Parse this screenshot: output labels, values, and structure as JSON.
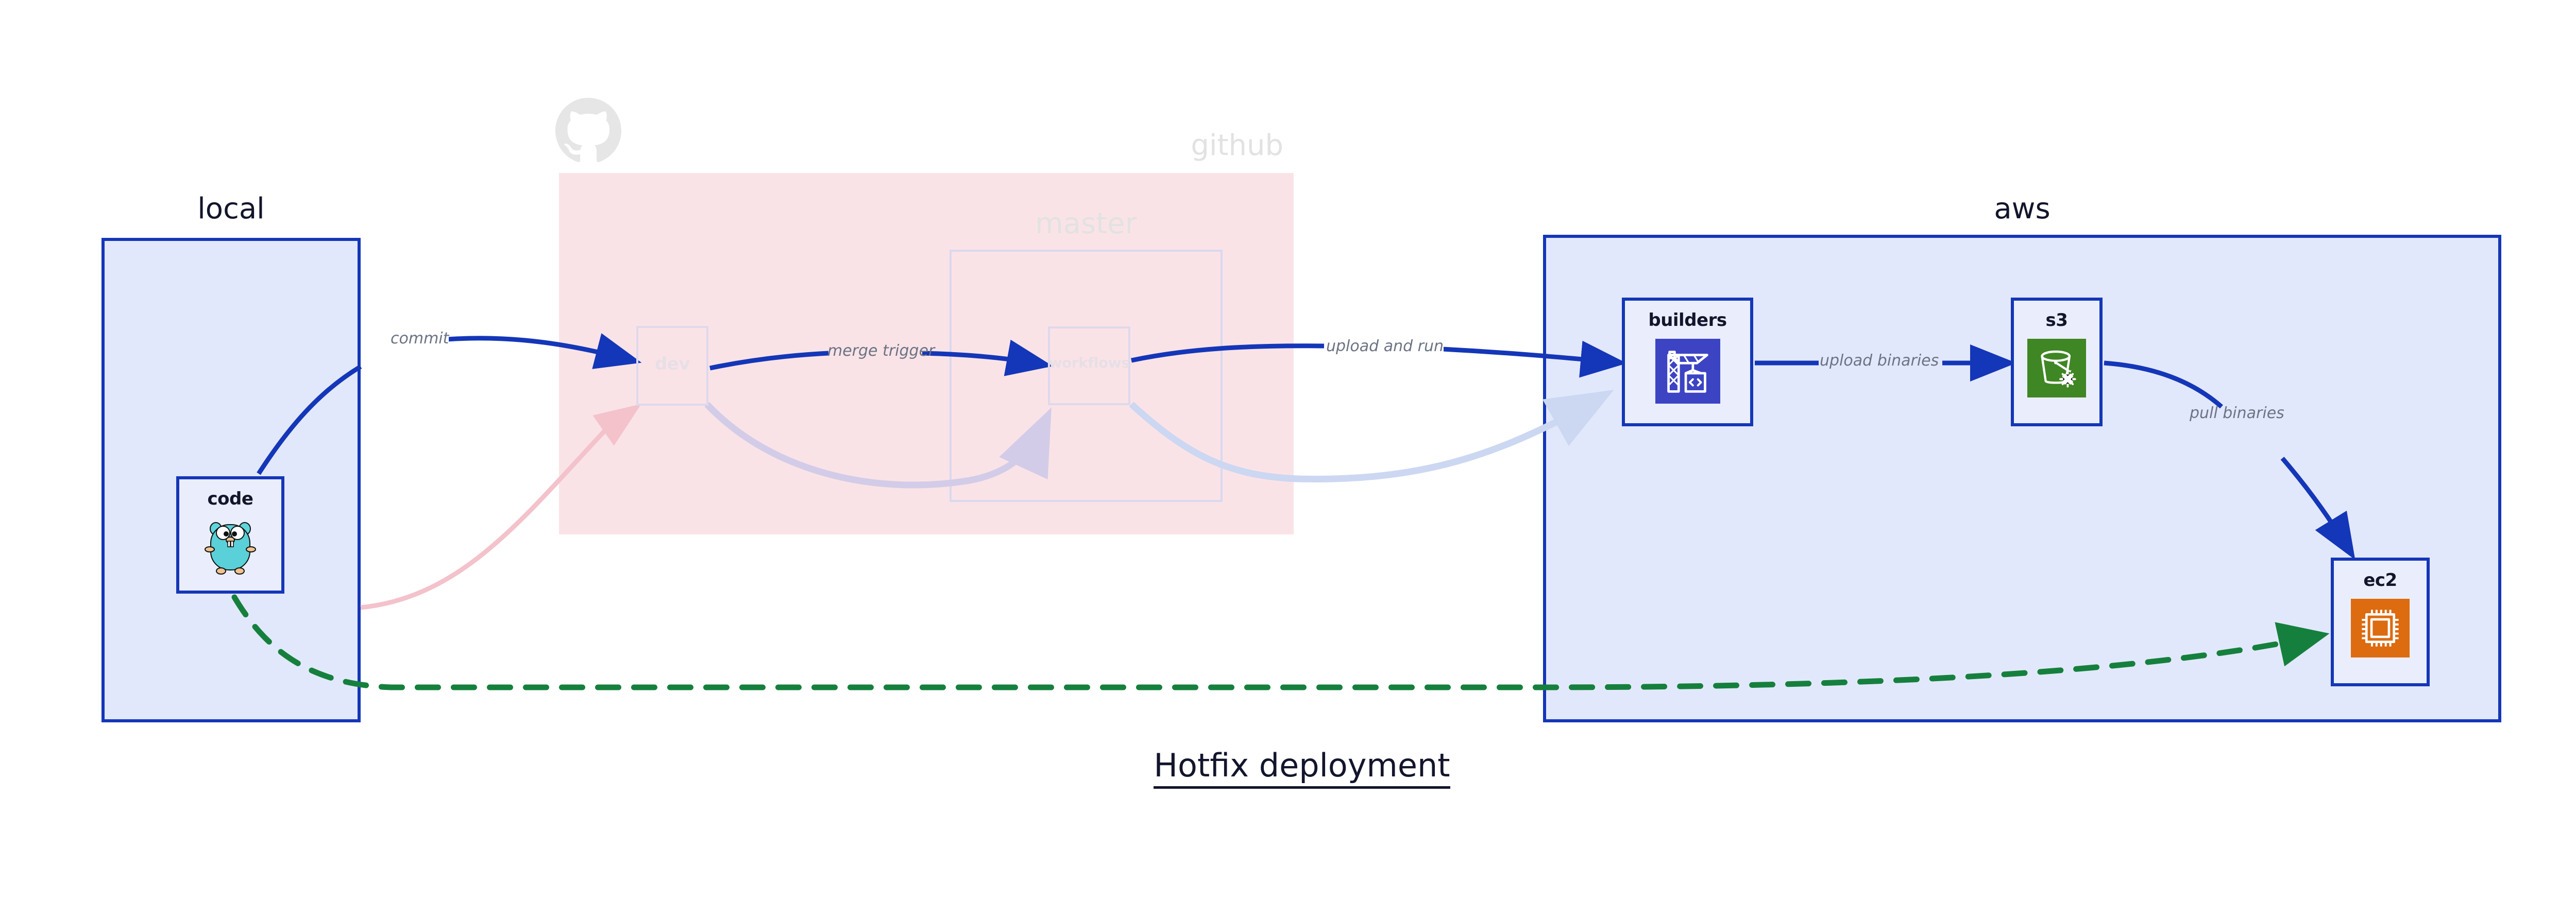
{
  "diagram": {
    "title": "Hotfix deployment"
  },
  "zones": [
    {
      "id": "local",
      "label": "local",
      "state": "active"
    },
    {
      "id": "github",
      "label": "github",
      "state": "ghost"
    },
    {
      "id": "master",
      "label": "master",
      "state": "ghost"
    },
    {
      "id": "aws",
      "label": "aws",
      "state": "active"
    }
  ],
  "nodes": [
    {
      "id": "code",
      "label": "code",
      "icon": "go-gopher-icon",
      "state": "active"
    },
    {
      "id": "dev",
      "label": "dev",
      "icon": "branch-icon",
      "state": "ghost"
    },
    {
      "id": "workflows",
      "label": "workflows",
      "icon": "workflows-icon",
      "state": "ghost"
    },
    {
      "id": "builders",
      "label": "builders",
      "icon": "aws-codebuild-icon",
      "state": "active"
    },
    {
      "id": "s3",
      "label": "s3",
      "icon": "aws-s3-glacier-icon",
      "state": "active"
    },
    {
      "id": "ec2",
      "label": "ec2",
      "icon": "aws-ec2-icon",
      "state": "active"
    }
  ],
  "edges": [
    {
      "id": "commit",
      "label": "commit",
      "from": "code",
      "to": "dev",
      "style": "solid",
      "color": "#1436b8",
      "state": "active"
    },
    {
      "id": "merge-trigger",
      "label": "merge trigger",
      "from": "dev",
      "to": "workflows",
      "style": "solid",
      "color": "#1436b8",
      "state": "active"
    },
    {
      "id": "upload-and-run",
      "label": "upload and run",
      "from": "workflows",
      "to": "builders",
      "style": "solid",
      "color": "#1436b8",
      "state": "active"
    },
    {
      "id": "upload-binaries",
      "label": "upload binaries",
      "from": "builders",
      "to": "s3",
      "style": "solid",
      "color": "#1436b8",
      "state": "active"
    },
    {
      "id": "pull-binaries",
      "label": "pull binaries",
      "from": "s3",
      "to": "ec2",
      "style": "solid",
      "color": "#1436b8",
      "state": "active"
    },
    {
      "id": "hotfix-direct",
      "label": "",
      "from": "code",
      "to": "ec2",
      "style": "dashed",
      "color": "#15803d",
      "state": "active"
    },
    {
      "id": "ghost-return-1",
      "label": "",
      "from": "code",
      "to": "dev",
      "style": "solid",
      "color": "#f7cfd6",
      "state": "ghost"
    },
    {
      "id": "ghost-return-2",
      "label": "",
      "from": "dev",
      "to": "workflows",
      "style": "solid",
      "color": "#d9d4ec",
      "state": "ghost"
    },
    {
      "id": "ghost-return-3",
      "label": "",
      "from": "workflows",
      "to": "builders",
      "style": "solid",
      "color": "#ccd7f2",
      "state": "ghost"
    }
  ],
  "colors": {
    "accent_blue": "#1436b8",
    "zone_blue_fill": "#e2e8fb",
    "node_fill": "#eaeefc",
    "github_pink": "#fae3e7",
    "hotfix_green": "#15803d",
    "label_gray": "#6b7384",
    "ghost_gray": "#e2e2e2",
    "codebuild_indigo": "#3c44c4",
    "s3_green": "#3f8624",
    "ec2_orange": "#dd6b10"
  },
  "icons": {
    "github": "github-mark-icon"
  }
}
